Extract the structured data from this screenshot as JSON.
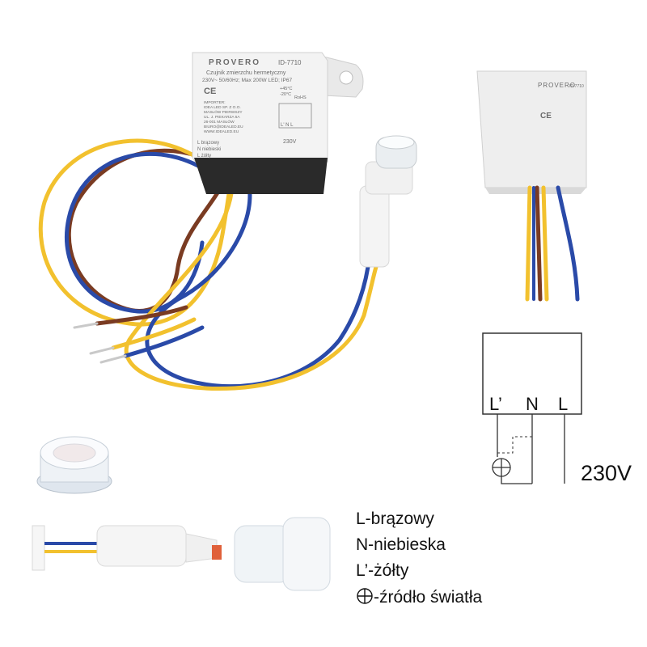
{
  "main_device": {
    "brand": "PROVERO",
    "model": "ID-7710",
    "desc_line1": "Czujnik zmierzchu hermetyczny",
    "desc_line2": "230V~ 50/60Hz; Max 200W LED; IP67",
    "temp_max": "+45°C",
    "temp_min": "-20°C",
    "rohs": "RoHS",
    "importer": "IMPORTER:",
    "importer_name": "IDEA LED SP. Z O.O.",
    "importer_city": "MASŁÓW PIERWSZY",
    "importer_street": "UL. J. PIEKARZA 6A",
    "importer_zip": "26-001 MASŁÓW",
    "importer_email": "BIURO@IDEALED.EU",
    "importer_web": "WWW.IDEALED.EU",
    "wire_l_prime": "L brązowy",
    "wire_n": "N niebieski",
    "wire_l": "L żółty",
    "pin_labels": "L'  N  L",
    "voltage": "230V"
  },
  "side_device": {
    "brand": "PROVERO",
    "model": "ID-7710"
  },
  "diagram": {
    "terminal_l_prime": "L’",
    "terminal_n": "N",
    "terminal_l": "L",
    "voltage": "230V"
  },
  "legend": {
    "line1": "L-brązowy",
    "line2": "N-niebieska",
    "line3": "L’-żółty",
    "line4": "-źródło światła"
  },
  "colors": {
    "brown": "#7a3b22",
    "yellow": "#f2c12e",
    "blue": "#2a4aa8",
    "housing": "#f1f1f1",
    "black_potting": "#2a2a2a"
  }
}
